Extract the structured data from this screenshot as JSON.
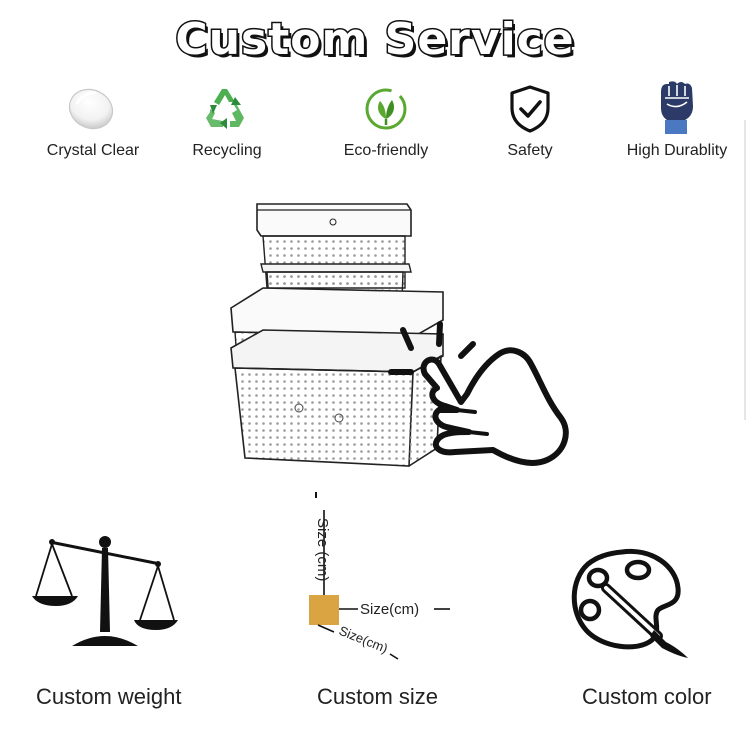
{
  "title": "Custom Service",
  "features": [
    {
      "label": "Crystal Clear",
      "icon": "crystal-droplet-icon"
    },
    {
      "label": "Recycling",
      "icon": "recycling-icon"
    },
    {
      "label": "Eco-friendly",
      "icon": "eco-leaf-icon"
    },
    {
      "label": "Safety",
      "icon": "shield-check-icon"
    },
    {
      "label": "High Durablity",
      "icon": "fist-icon"
    }
  ],
  "size_labels": {
    "vertical": "Size (cm)",
    "horizontal": "Size(cm)",
    "diagonal": "Size(cm)"
  },
  "customs": [
    {
      "label": "Custom weight",
      "icon": "balance-scale-icon"
    },
    {
      "label": "Custom size",
      "icon": "size-cube-icon"
    },
    {
      "label": "Custom color",
      "icon": "palette-brush-icon"
    }
  ],
  "colors": {
    "recycle_green": "#4caf50",
    "eco_green": "#5aa832",
    "fist_navy": "#2b3a67",
    "fist_blue": "#4a78c2",
    "size_cube": "#d9a441"
  }
}
